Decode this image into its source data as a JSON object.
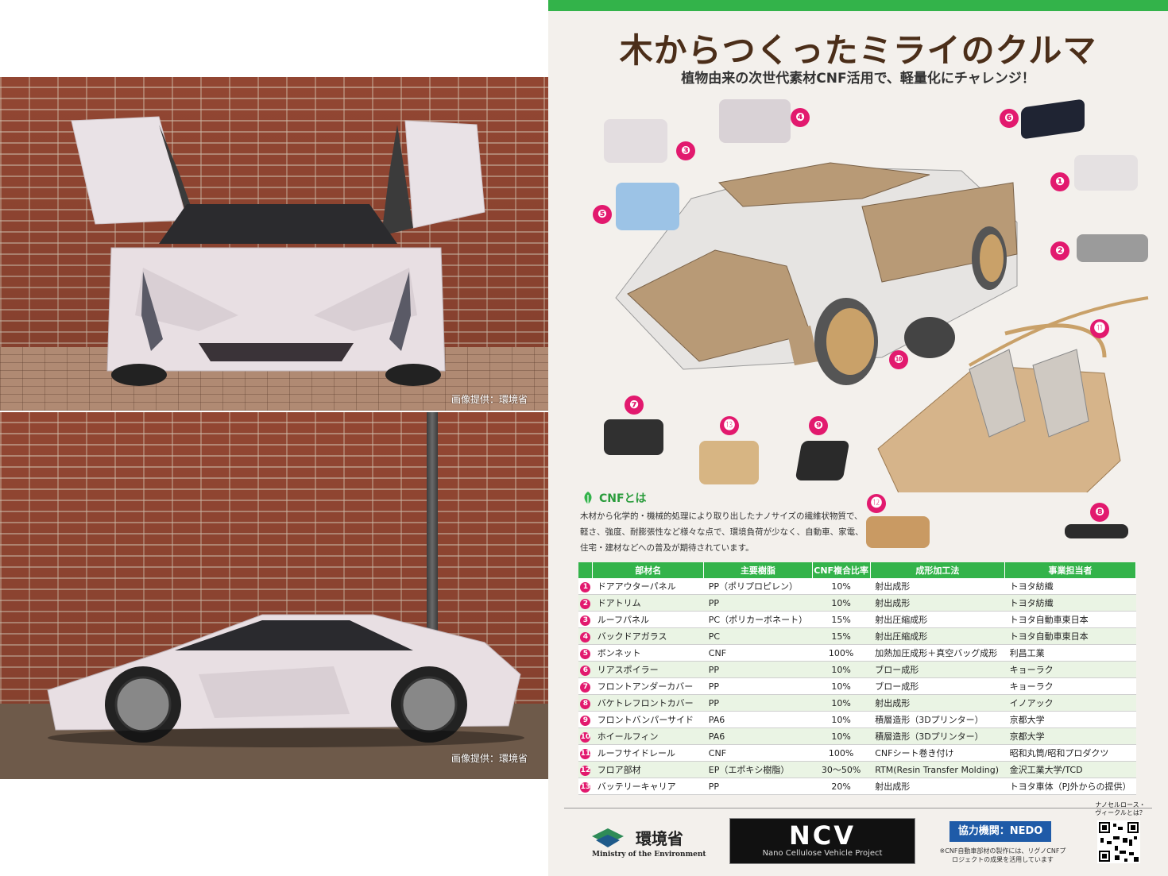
{
  "photos": {
    "credit_top": "画像提供：環境省",
    "credit_bottom": "画像提供：環境省"
  },
  "poster": {
    "title": "木からつくったミライのクルマ",
    "subtitle": "植物由来の次世代素材CNF活用で、軽量化にチャレンジ！",
    "accent_color": "#33b34a",
    "badge_color": "#e2196e",
    "badges": [
      "❶",
      "❷",
      "❸",
      "❹",
      "❺",
      "❻",
      "❼",
      "❽",
      "❾",
      "❿",
      "⓫",
      "⓬",
      "⓭"
    ],
    "cnf": {
      "heading": "CNFとは",
      "description": "木材から化学的・機械的処理により取り出したナノサイズの繊維状物質で、軽さ、強度、耐膨張性など様々な点で、環境負荷が少なく、自動車、家電、住宅・建材などへの普及が期待されています。"
    },
    "table": {
      "headers": [
        "部材名",
        "主要樹脂",
        "CNF複合比率",
        "成形加工法",
        "事業担当者"
      ],
      "rows": [
        {
          "no": "1",
          "name": "ドアアウターパネル",
          "resin": "PP（ポリプロピレン）",
          "rate": "10%",
          "method": "射出成形",
          "owner": "トヨタ紡織"
        },
        {
          "no": "2",
          "name": "ドアトリム",
          "resin": "PP",
          "rate": "10%",
          "method": "射出成形",
          "owner": "トヨタ紡織"
        },
        {
          "no": "3",
          "name": "ルーフパネル",
          "resin": "PC（ポリカーボネート）",
          "rate": "15%",
          "method": "射出圧縮成形",
          "owner": "トヨタ自動車東日本"
        },
        {
          "no": "4",
          "name": "バックドアガラス",
          "resin": "PC",
          "rate": "15%",
          "method": "射出圧縮成形",
          "owner": "トヨタ自動車東日本"
        },
        {
          "no": "5",
          "name": "ボンネット",
          "resin": "CNF",
          "rate": "100%",
          "method": "加熱加圧成形＋真空バッグ成形",
          "owner": "利昌工業"
        },
        {
          "no": "6",
          "name": "リアスポイラー",
          "resin": "PP",
          "rate": "10%",
          "method": "ブロー成形",
          "owner": "キョーラク"
        },
        {
          "no": "7",
          "name": "フロントアンダーカバー",
          "resin": "PP",
          "rate": "10%",
          "method": "ブロー成形",
          "owner": "キョーラク"
        },
        {
          "no": "8",
          "name": "バケトレフロントカバー",
          "resin": "PP",
          "rate": "10%",
          "method": "射出成形",
          "owner": "イノアック"
        },
        {
          "no": "9",
          "name": "フロントバンパーサイド",
          "resin": "PA6",
          "rate": "10%",
          "method": "積層造形（3Dプリンター）",
          "owner": "京都大学"
        },
        {
          "no": "10",
          "name": "ホイールフィン",
          "resin": "PA6",
          "rate": "10%",
          "method": "積層造形（3Dプリンター）",
          "owner": "京都大学"
        },
        {
          "no": "11",
          "name": "ルーフサイドレール",
          "resin": "CNF",
          "rate": "100%",
          "method": "CNFシート巻き付け",
          "owner": "昭和丸筒/昭和プロダクツ"
        },
        {
          "no": "12",
          "name": "フロア部材",
          "resin": "EP（エポキシ樹脂）",
          "rate": "30〜50%",
          "method": "RTM(Resin Transfer Molding)",
          "owner": "金沢工業大学/TCD"
        },
        {
          "no": "13",
          "name": "バッテリーキャリア",
          "resin": "PP",
          "rate": "20%",
          "method": "射出成形",
          "owner": "トヨタ車体（PJ外からの提供）"
        }
      ]
    },
    "footer": {
      "moe_name": "環境省",
      "moe_en": "Ministry of the Environment",
      "ncv_big": "NCV",
      "ncv_small": "Nano Cellulose Vehicle Project",
      "nedo": "協力機関：NEDO",
      "nedo_note": "※CNF自動車部材の製作には、リグノCNFプロジェクトの成果を活用しています",
      "qr_label": "ナノセルロース・ヴィークルとは？"
    }
  }
}
